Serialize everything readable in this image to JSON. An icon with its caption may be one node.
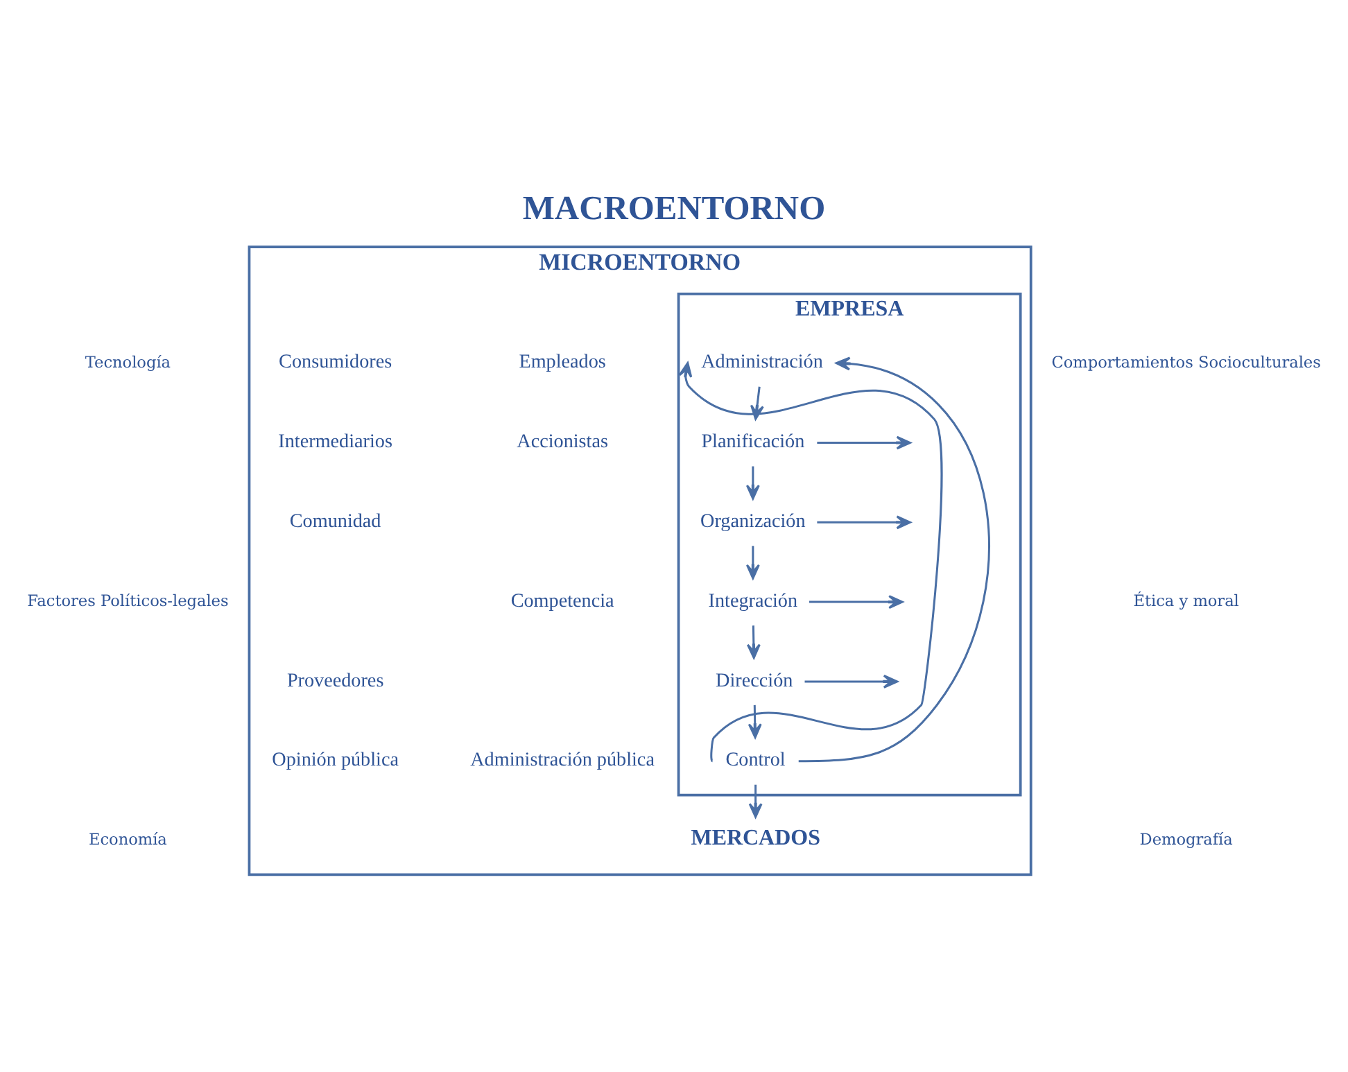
{
  "diagram": {
    "title": "MACROENTORNO",
    "nodes": [
      {
        "text": [
          "MICROENTORNO"
        ]
      },
      {
        "text": [
          "EMPRESA"
        ],
        "in": 0
      },
      {
        "text": [
          "Administración"
        ],
        "in": 1
      },
      {
        "text": [
          "Planificación"
        ],
        "in": 1
      },
      {
        "text": [
          "Organización"
        ],
        "in": 1
      },
      {
        "text": [
          "Integración"
        ],
        "in": 1
      },
      {
        "text": [
          "Dirección"
        ],
        "in": 1
      },
      {
        "text": [
          "Control"
        ],
        "in": 1
      },
      {
        "text": [
          "MERCADOS"
        ],
        "in": 0
      }
    ],
    "edges": [
      {
        "from": 2,
        "to": 3,
        "arrow": "to"
      },
      {
        "from": 3,
        "to": 4,
        "arrow": "to"
      },
      {
        "from": 4,
        "to": 5,
        "arrow": "to"
      },
      {
        "from": 5,
        "to": 6,
        "arrow": "to"
      },
      {
        "from": 6,
        "to": 7,
        "arrow": "to"
      },
      {
        "from": 7,
        "to": 2,
        "arrow": "to"
      },
      {
        "from": 7,
        "to": 2,
        "arrow": "to"
      },
      {
        "from": 3,
        "to": null,
        "arrow": "to"
      },
      {
        "from": 4,
        "to": null,
        "arrow": "to"
      },
      {
        "from": 5,
        "to": null,
        "arrow": "to"
      },
      {
        "from": 6,
        "to": null,
        "arrow": "to"
      },
      {
        "from": 7,
        "to": 8,
        "arrow": "to"
      }
    ],
    "labels": [
      "Tecnología",
      "Comportamientos Socioculturales",
      "Empleados",
      "Consumidores",
      "Intermediarios",
      "Accionistas",
      "Comunidad",
      "Factores Políticos-legales",
      "Ética y moral",
      "Competencia",
      "Proveedores",
      "Administración pública",
      "Opinión pública",
      "Economía",
      "Demografía"
    ]
  }
}
